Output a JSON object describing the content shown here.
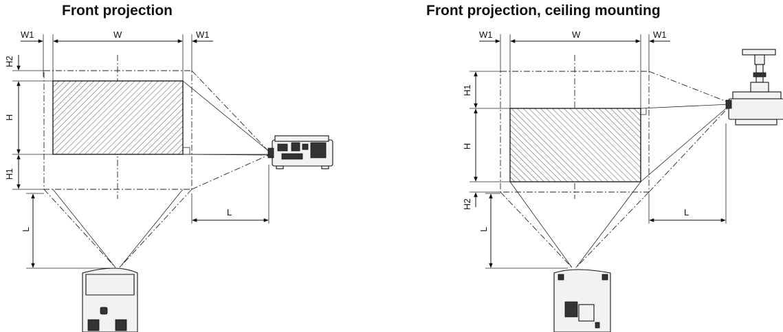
{
  "diagrams": [
    {
      "title": "Front projection",
      "labels": {
        "w1_left": "W1",
        "w": "W",
        "w1_right": "W1",
        "h2": "H2",
        "h": "H",
        "h1": "H1",
        "l_side": "L",
        "l_front": "L"
      }
    },
    {
      "title": "Front projection, ceiling mounting",
      "labels": {
        "w1_left": "W1",
        "w": "W",
        "w1_right": "W1",
        "h1": "H1",
        "h": "H",
        "h2": "H2",
        "l_side": "L",
        "l_front": "L"
      }
    }
  ],
  "colors": {
    "line": "#111111",
    "screen_fill": "#e6e6e6",
    "background": "#ffffff"
  }
}
